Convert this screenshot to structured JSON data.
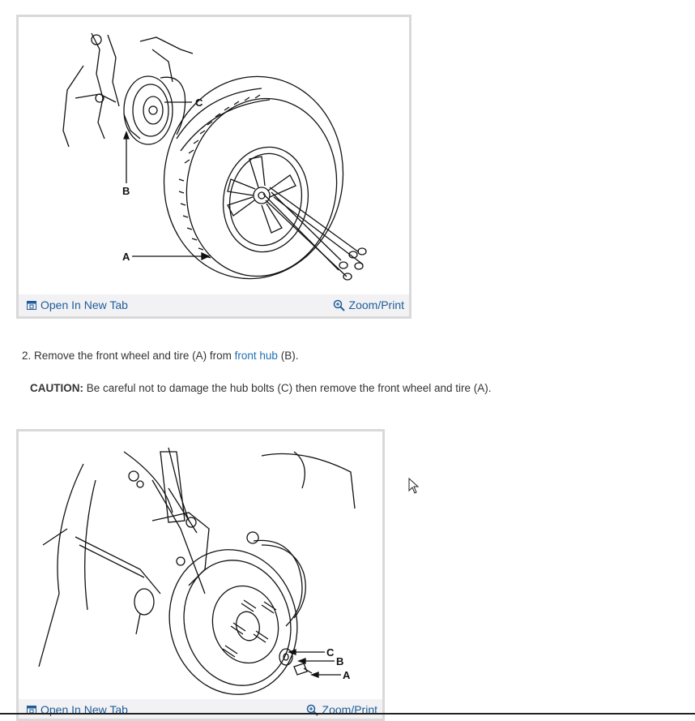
{
  "figure1": {
    "callouts": {
      "a": "A",
      "b": "B",
      "c": "C"
    },
    "open_label": "Open In New Tab",
    "zoom_label": "Zoom/Print",
    "open_icon": "open-in-new-tab-icon",
    "zoom_icon": "magnifier-plus-icon"
  },
  "step": {
    "number": "2.",
    "text_before": "Remove the front wheel and tire (A) from",
    "link": "front hub",
    "text_after": "(B)."
  },
  "caution": {
    "label": "CAUTION:",
    "text": "Be careful not to damage the hub bolts (C) then remove the front wheel and tire (A)."
  },
  "figure2": {
    "callouts": {
      "a": "A",
      "b": "B",
      "c": "C"
    },
    "open_label": "Open In New Tab",
    "zoom_label": "Zoom/Print",
    "open_icon": "open-in-new-tab-icon",
    "zoom_icon": "magnifier-plus-icon"
  },
  "colors": {
    "link": "#1f6fb3",
    "bar_background": "#f2f2f5",
    "frame_border": "#d9d9d9",
    "text": "#333333"
  }
}
